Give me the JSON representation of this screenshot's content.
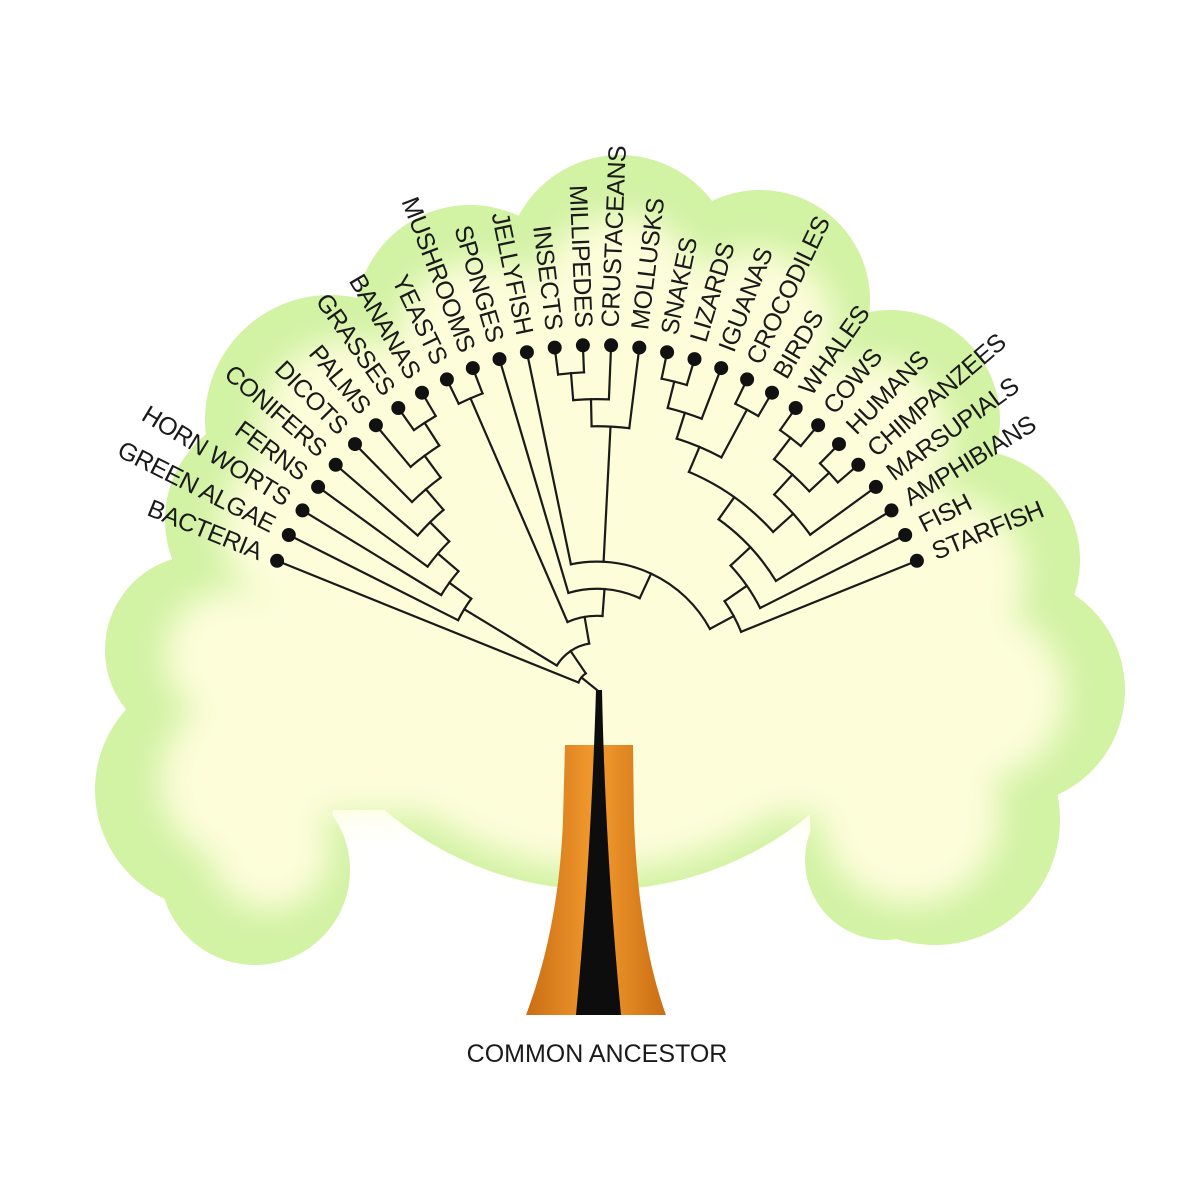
{
  "diagram": {
    "type": "phylogenetic-tree",
    "root_label": "COMMON ANCESTOR",
    "colors": {
      "canopy_outer": "#d2f2a4",
      "canopy_inner": "#fdfdda",
      "trunk_outer": "#ee8f27",
      "trunk_center": "#0d0d0d",
      "line": "#1a1a1a",
      "background": "#ffffff"
    },
    "leaves": [
      "BACTERIA",
      "GREEN ALGAE",
      "HORN WORTS",
      "FERNS",
      "CONIFERS",
      "DICOTS",
      "PALMS",
      "GRASSES",
      "BANANAS",
      "YEASTS",
      "MUSHROOMS",
      "SPONGES",
      "JELLYFISH",
      "INSECTS",
      "MILLIPEDES",
      "CRUSTACEANS",
      "MOLLUSKS",
      "SNAKES",
      "LIZARDS",
      "IGUANAS",
      "CROCODILES",
      "BIRDS",
      "WHALES",
      "COWS",
      "HUMANS",
      "CHIMPANZEES",
      "MARSUPIALS",
      "AMPHIBIANS",
      "FISH",
      "STARFISH"
    ],
    "tree": [
      [
        "BACTERIA"
      ],
      [
        [
          [
            "GREEN ALGAE"
          ],
          [
            [
              "HORN WORTS"
            ],
            [
              [
                "FERNS"
              ],
              [
                [
                  "CONIFERS"
                ],
                [
                  [
                    "DICOTS"
                  ],
                  [
                    [
                      "PALMS"
                    ],
                    [
                      [
                        "GRASSES"
                      ],
                      [
                        "BANANAS"
                      ]
                    ]
                  ]
                ]
              ]
            ]
          ]
        ],
        [
          [
            [
              "YEASTS"
            ],
            [
              "MUSHROOMS"
            ]
          ],
          [
            [
              "SPONGES"
            ],
            [
              [
                "JELLYFISH"
              ],
              [
                [
                  [
                    [
                      "INSECTS"
                    ],
                    [
                      "MILLIPEDES"
                    ]
                  ],
                  [
                    "CRUSTACEANS"
                  ]
                ],
                [
                  "MOLLUSKS"
                ]
              ],
              [
                [
                  "STARFISH"
                ],
                [
                  [
                    "FISH"
                  ],
                  [
                    [
                      "AMPHIBIANS"
                    ],
                    [
                      [
                        [
                          [
                            [
                              "SNAKES"
                            ],
                            [
                              "LIZARDS"
                            ]
                          ],
                          [
                            "IGUANAS"
                          ]
                        ],
                        [
                          [
                            "CROCODILES"
                          ],
                          [
                            "BIRDS"
                          ]
                        ]
                      ],
                      [
                        [
                          "MARSUPIALS"
                        ],
                        [
                          [
                            [
                              "WHALES"
                            ],
                            [
                              "COWS"
                            ]
                          ],
                          [
                            [
                              "HUMANS"
                            ],
                            [
                              "CHIMPANZEES"
                            ]
                          ]
                        ]
                      ]
                    ]
                  ]
                ]
              ]
            ]
          ]
        ]
      ]
    ]
  }
}
